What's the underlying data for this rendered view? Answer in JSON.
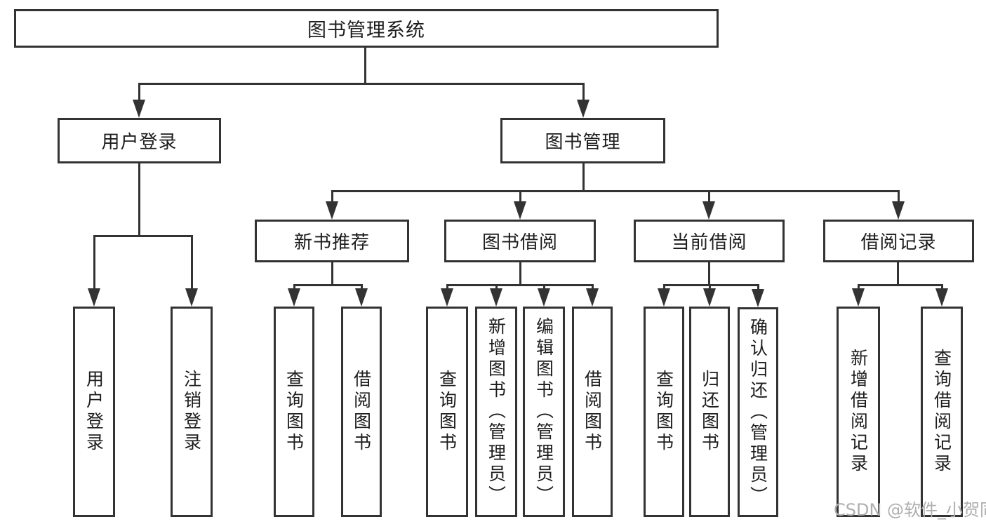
{
  "diagram": {
    "type": "hierarchy-tree",
    "tree": {
      "label": "图书管理系统",
      "children": [
        {
          "label": "用户登录",
          "children": [
            {
              "label": "用户登录"
            },
            {
              "label": "注销登录"
            }
          ]
        },
        {
          "label": "图书管理",
          "children": [
            {
              "label": "新书推荐",
              "children": [
                {
                  "label": "查询图书"
                },
                {
                  "label": "借阅图书"
                }
              ]
            },
            {
              "label": "图书借阅",
              "children": [
                {
                  "label": "查询图书"
                },
                {
                  "label": "新增图书（管理员）"
                },
                {
                  "label": "编辑图书（管理员）"
                },
                {
                  "label": "借阅图书"
                }
              ]
            },
            {
              "label": "当前借阅",
              "children": [
                {
                  "label": "查询图书"
                },
                {
                  "label": "归还图书"
                },
                {
                  "label": "确认归还（管理员）"
                }
              ]
            },
            {
              "label": "借阅记录",
              "children": [
                {
                  "label": "新增借阅记录"
                },
                {
                  "label": "查询借阅记录"
                }
              ]
            }
          ]
        }
      ]
    },
    "colors": {
      "line": "#333333",
      "node_border": "#333333",
      "node_background": "#ffffff",
      "text": "#1d1d1d",
      "background": "#ffffff",
      "watermark": "#aeaeae"
    }
  },
  "watermark": {
    "text": "CSDN @软件_小贺同学"
  }
}
